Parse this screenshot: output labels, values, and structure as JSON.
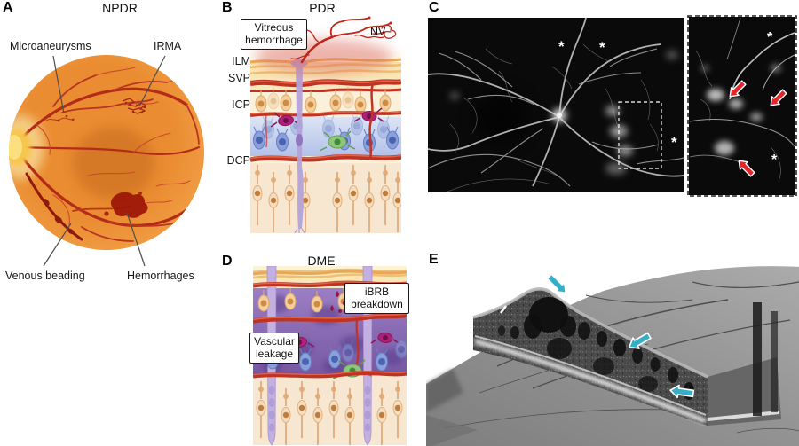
{
  "panels": {
    "a": {
      "letter": "A",
      "title": "NPDR",
      "labels": {
        "microaneurysms": "Microaneurysms",
        "irma": "IRMA",
        "venous_beading": "Venous beading",
        "hemorrhages": "Hemorrhages"
      }
    },
    "b": {
      "letter": "B",
      "title": "PDR",
      "vitreous_box": "Vitreous hemorrhage",
      "nv_label": "NV",
      "layers": {
        "ilm": "ILM",
        "svp": "SVP",
        "icp": "ICP",
        "dcp": "DCP"
      }
    },
    "c": {
      "letter": "C",
      "asterisk": "*"
    },
    "d": {
      "letter": "D",
      "title": "DME",
      "ibrb_box": "iBRB breakdown",
      "leakage_box": "Vascular leakage"
    },
    "e": {
      "letter": "E"
    }
  },
  "colors": {
    "red_arrow": "#E2242B",
    "cyan_arrow": "#35AEC6",
    "asterisk_white": "#FFFFFF",
    "fundus_orange": "#EA8C31",
    "vessel_red": "#B42B18"
  }
}
